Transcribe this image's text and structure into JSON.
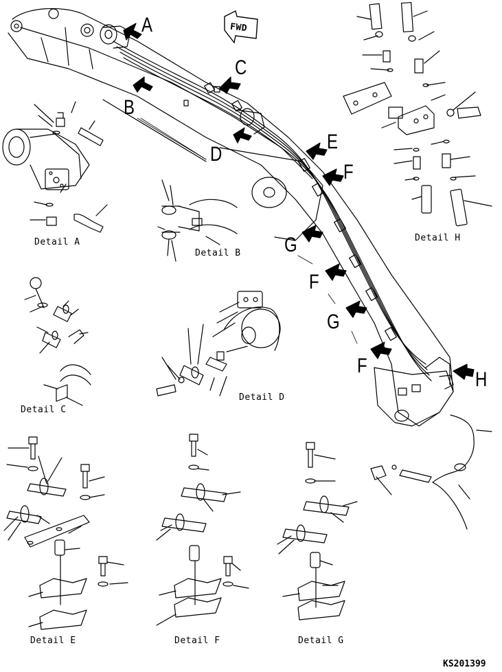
{
  "direction_label": "FWD",
  "callouts": {
    "A": "A",
    "B": "B",
    "C": "C",
    "D": "D",
    "E": "E",
    "F1": "F",
    "F2": "F",
    "F3": "F",
    "G1": "G",
    "G2": "G",
    "H": "H"
  },
  "details": {
    "A": "Detail A",
    "B": "Detail B",
    "C": "Detail C",
    "D": "Detail D",
    "E": "Detail E",
    "F": "Detail F",
    "G": "Detail G",
    "H": "Detail H"
  },
  "drawing_code": "KS201399"
}
